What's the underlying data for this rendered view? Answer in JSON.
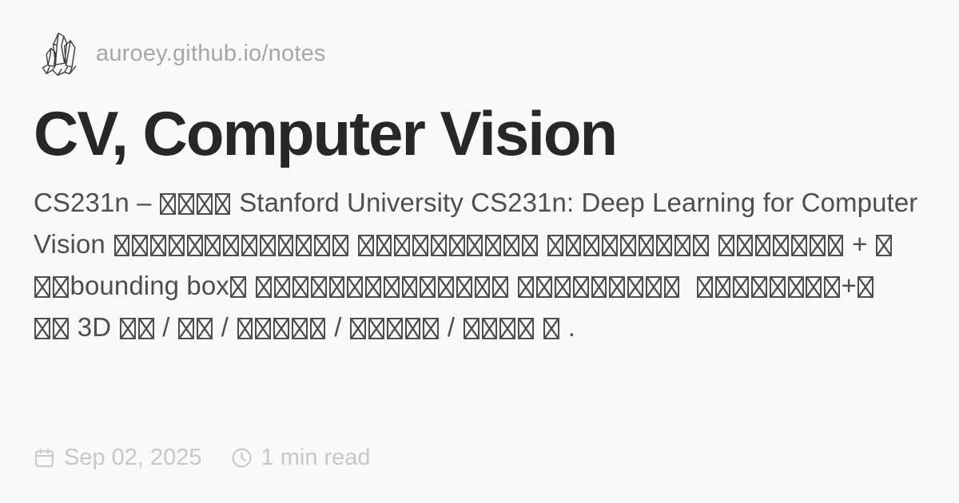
{
  "header": {
    "site_url": "auroey.github.io/notes"
  },
  "title": "CV, Computer Vision",
  "description": {
    "lines": [
      "CS231n – □□□□ Stanford University CS231n: Deep Learning for Computer",
      "Vision □□□□□□□□□□□□□ □□□□□□□□□□ □□□□□□□□□ □□□□□□□ + □",
      "□□bounding box□ □□□□□□□□□□□□□□ □□□□□□□□□  □□□□□□□□+□",
      "□□ 3D □□ / □□ / □□□□□ / □□□□□ / □□□□ □ ."
    ],
    "tofu_glyph": "missing-glyph-box"
  },
  "footer": {
    "date": {
      "icon": "calendar-icon",
      "label": "Sep 02, 2025"
    },
    "read_time": {
      "icon": "clock-icon",
      "label": "1 min read"
    }
  },
  "colors": {
    "background": "#f9f9f9",
    "title_text": "#27272a",
    "body_text": "#4e4e52",
    "url_text": "#a7a7a7",
    "footer_text": "#c8c8c8",
    "logo_stroke": "#3f3f3f"
  }
}
